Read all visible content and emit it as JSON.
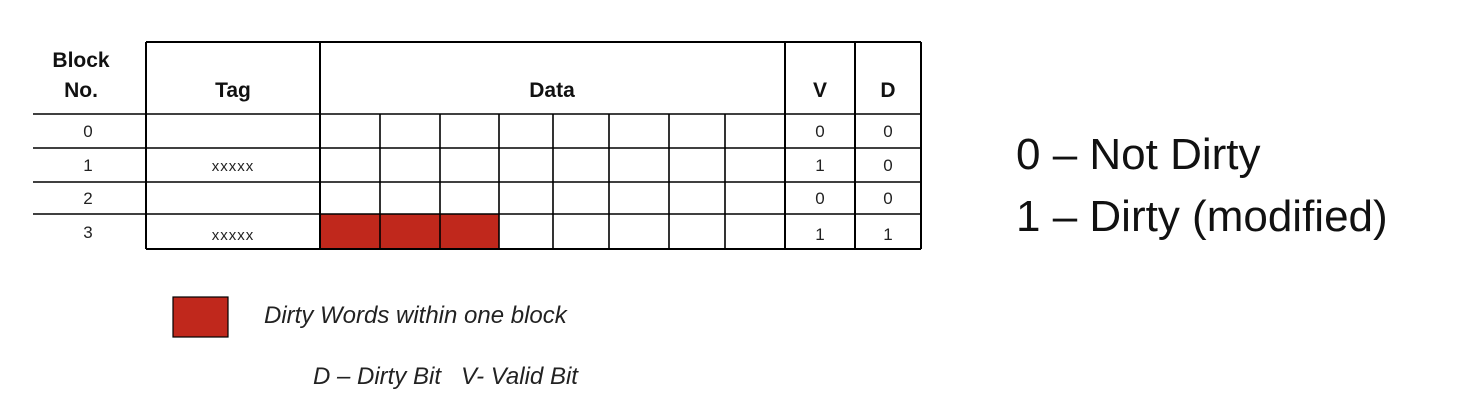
{
  "table": {
    "headers": {
      "block_line1": "Block",
      "block_line2": "No.",
      "tag": "Tag",
      "data": "Data",
      "valid": "V",
      "dirty": "D"
    },
    "rows": [
      {
        "block": "0",
        "tag": "",
        "valid": "0",
        "dirty": "0"
      },
      {
        "block": "1",
        "tag": "xxxxx",
        "valid": "1",
        "dirty": "0"
      },
      {
        "block": "2",
        "tag": "",
        "valid": "0",
        "dirty": "0"
      },
      {
        "block": "3",
        "tag": "xxxxx",
        "valid": "1",
        "dirty": "1"
      }
    ],
    "data_words_per_block": 8,
    "dirty_words": [
      {
        "row": 3,
        "word": 0
      },
      {
        "row": 3,
        "word": 1
      },
      {
        "row": 3,
        "word": 2
      }
    ]
  },
  "legend": {
    "dirty_words": "Dirty Words within one block",
    "bits": "D – Dirty Bit   V- Valid Bit"
  },
  "side_notes": {
    "line1": "0 – Not Dirty",
    "line2": "1 – Dirty (modified)"
  },
  "colors": {
    "dirty_fill": "#c0281c",
    "line": "#000000",
    "text": "#111111"
  }
}
